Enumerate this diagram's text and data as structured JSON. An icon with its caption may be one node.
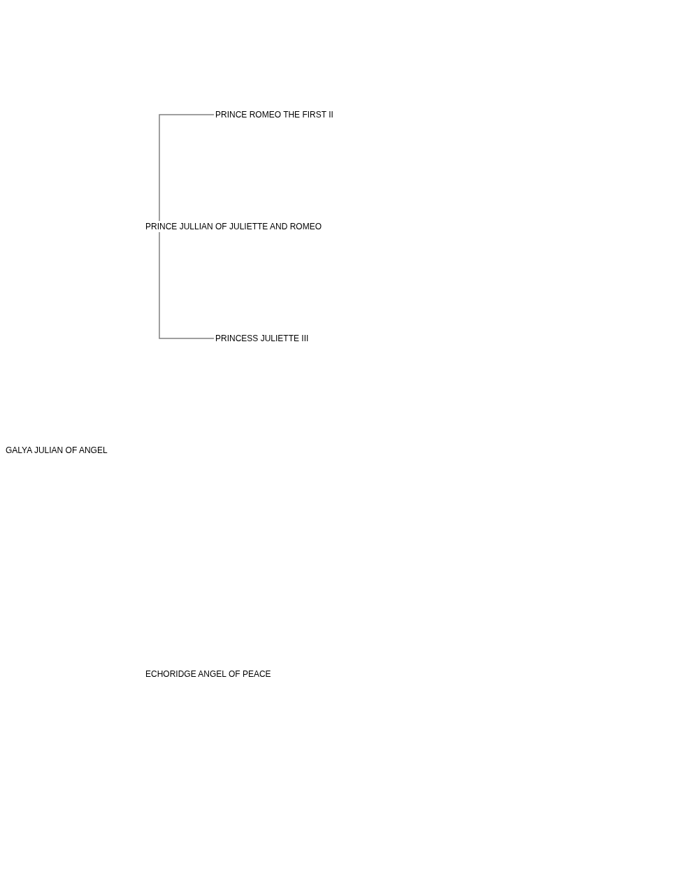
{
  "diagram": {
    "nodes": [
      {
        "text": [
          "PRINCE ROMEO THE FIRST II"
        ]
      },
      {
        "text": [
          "PRINCE JULLIAN OF JULIETTE AND ROMEO"
        ]
      },
      {
        "text": [
          "PRINCESS JULIETTE III"
        ]
      },
      {
        "text": [
          "GALYA JULIAN OF ANGEL"
        ]
      },
      {
        "text": [
          "ECHORIDGE ANGEL OF PEACE"
        ]
      }
    ],
    "edges": [
      {
        "from": 1,
        "to": 0,
        "arrow": "none"
      },
      {
        "from": 1,
        "to": 2,
        "arrow": "none"
      }
    ]
  }
}
